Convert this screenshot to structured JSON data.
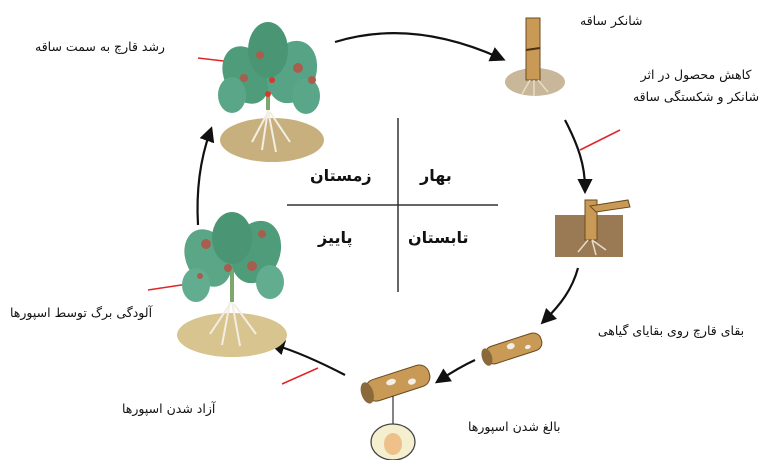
{
  "diagram": {
    "seasons": {
      "spring": "بهار",
      "winter": "زمستان",
      "summer": "تابستان",
      "autumn": "پاییز"
    },
    "stages": {
      "fungus_growth_to_stem": "رشد قارچ به سمت ساقه",
      "stem_canker": "شانکر ساقه",
      "yield_loss": "کاهش محصول در اثر شانکر و شکستگی ساقه",
      "survival_on_residue": "بقای قارچ روی بقایای گیاهی",
      "spore_maturation": "بالغ شدن اسپورها",
      "spore_release": "آزاد شدن اسپورها",
      "leaf_infection": "آلودگی برگ توسط اسپورها"
    },
    "icons": [
      "cycle-arrow-icon",
      "plant-icon",
      "stem-canker-icon",
      "broken-stem-icon",
      "crop-residue-icon",
      "spore-icon"
    ],
    "colors": {
      "arrow": "#111111",
      "pointer_line": "#e0262b",
      "leaf": "#4f9c7a",
      "soil": "#c8b07e",
      "residue": "#b98a3a",
      "lesion": "#a85e4e"
    }
  }
}
